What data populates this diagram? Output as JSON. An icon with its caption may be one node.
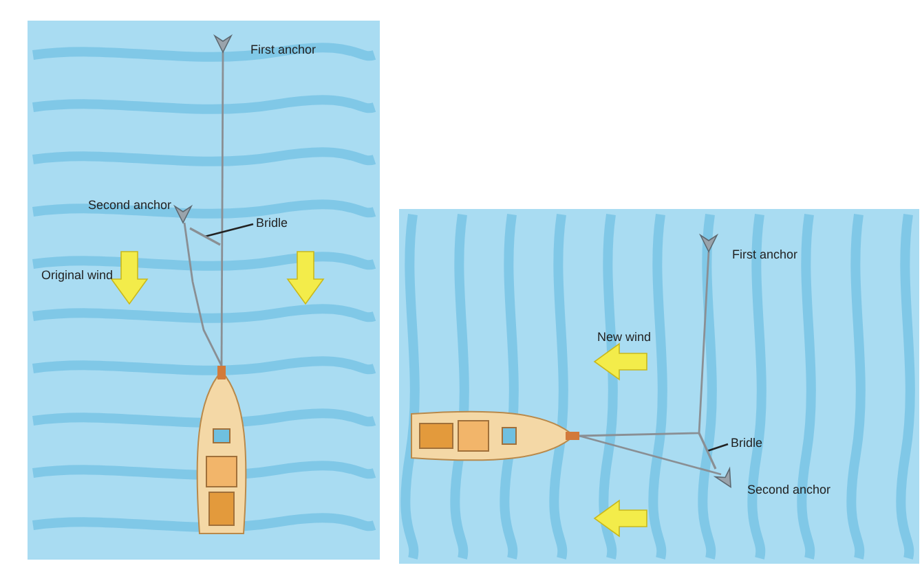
{
  "diagram": {
    "nodes": [
      {
        "text": [],
        "shape": "picture",
        "beside": [
          "First anchor"
        ]
      },
      {
        "text": [],
        "shape": "picture",
        "beside": [
          "Second anchor"
        ]
      },
      {
        "text": [
          "Bridle"
        ]
      },
      {
        "text": [],
        "shape": "line"
      },
      {
        "text": [],
        "shape": "picture"
      },
      {
        "text": [],
        "shape": "picture",
        "beside": [
          "First anchor"
        ]
      },
      {
        "text": [
          "Bridle"
        ]
      },
      {
        "text": [],
        "shape": "line"
      },
      {
        "text": [],
        "shape": "picture"
      },
      {
        "text": [],
        "shape": "picture",
        "beside": [
          "Second anchor"
        ]
      }
    ],
    "edges": [
      {
        "from": 0,
        "to": 4,
        "arrow": "none"
      },
      {
        "from": 1,
        "to": 4,
        "arrow": "none"
      },
      {
        "from": 2,
        "to": 3,
        "arrow": "none",
        "color": "#222222"
      },
      {
        "from": 5,
        "to": 8,
        "arrow": "none"
      },
      {
        "from": 9,
        "to": 8,
        "arrow": "none"
      },
      {
        "from": 6,
        "to": 7,
        "arrow": "none",
        "color": "#222222"
      }
    ],
    "labels": [
      "Original wind",
      "New wind"
    ]
  }
}
